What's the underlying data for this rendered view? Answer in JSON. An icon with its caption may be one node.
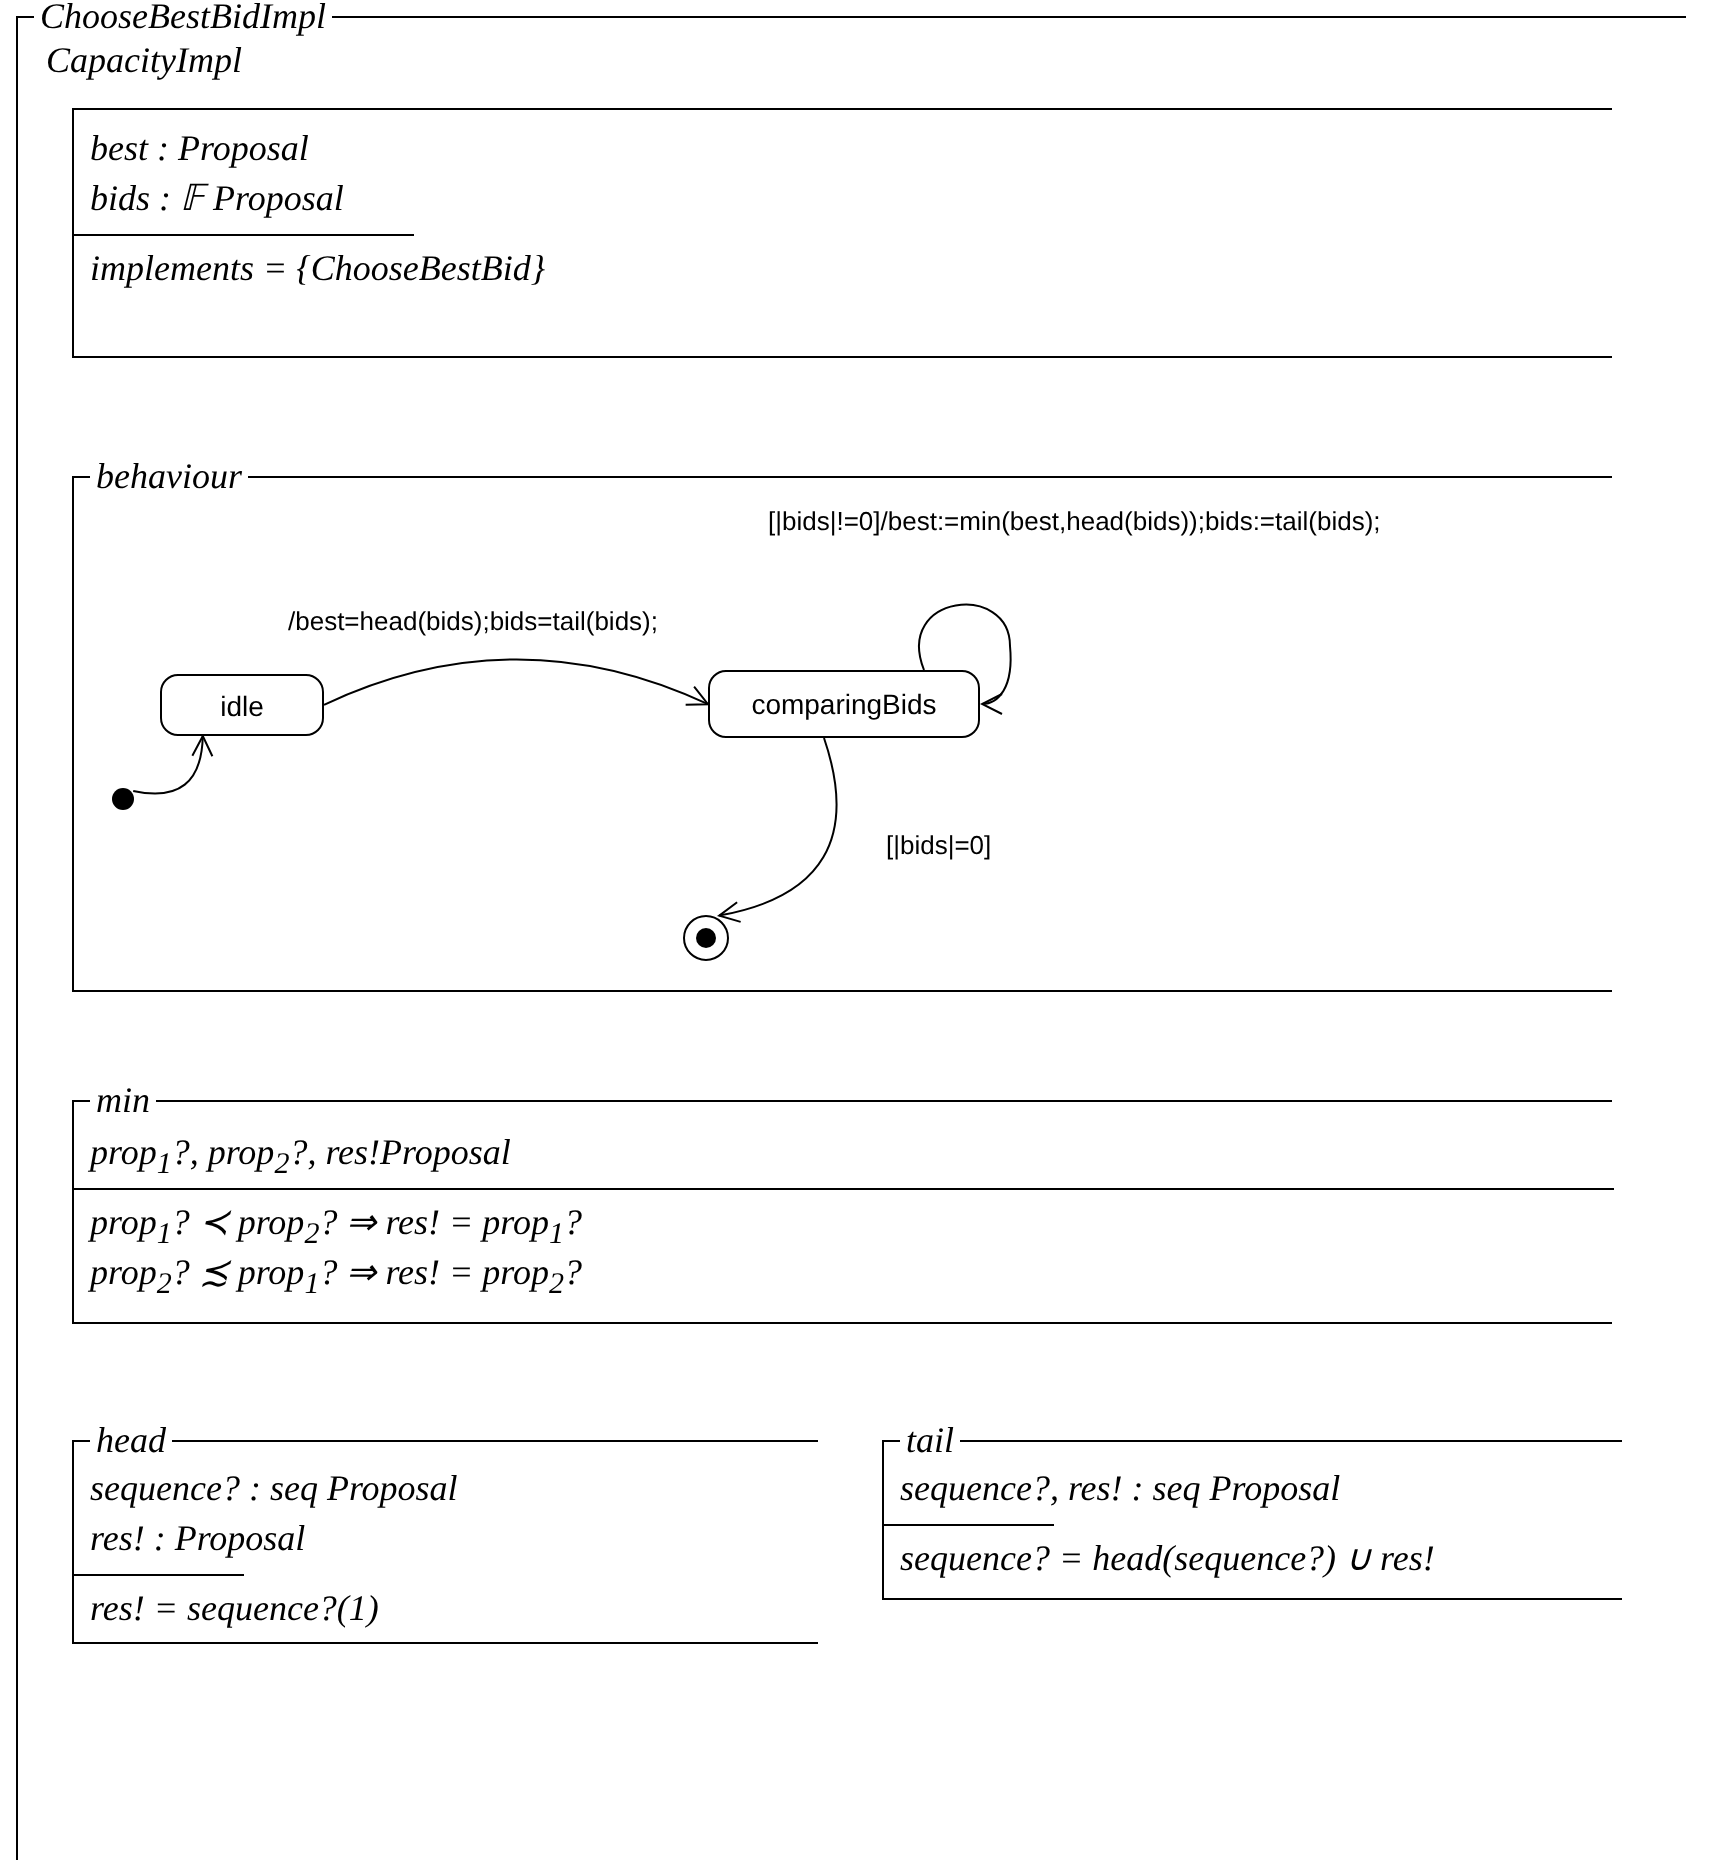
{
  "diagram": {
    "nodes": [
      {
        "text": [
          "ChooseBestBidImpl",
          "CapacityImpl"
        ]
      },
      {
        "text": [
          "best : Proposal",
          "bids : 𝔽 Proposal",
          "implements = {ChooseBestBid}"
        ],
        "in": 0
      },
      {
        "text": [
          "behaviour"
        ],
        "in": 0
      },
      {
        "text": [
          "idle"
        ],
        "in": 2
      },
      {
        "text": [
          "comparingBids"
        ],
        "in": 2
      },
      {
        "text": [],
        "shape": "circle",
        "in": 2
      },
      {
        "text": [],
        "shape": "circle",
        "in": 2
      },
      {
        "text": [
          "min",
          "prop$_{1}$?, prop$_{2}$?, res!Proposal",
          "prop$_{1}$? ≺ prop$_{2}$? ⇒ res! = prop$_{1}$?",
          "prop$_{2}$? ≾ prop$_{1}$? ⇒ res! = prop$_{2}$?"
        ],
        "in": 0
      },
      {
        "text": [
          "head",
          "sequence? : seq Proposal",
          "res! : Proposal",
          "res! = sequence?(1)"
        ],
        "in": 0
      },
      {
        "text": [
          "tail",
          "sequence?, res! : seq Proposal",
          "sequence? = head(sequence?) ∪ res!"
        ],
        "in": 0
      }
    ],
    "edges": [
      {
        "from": 5,
        "to": 3,
        "arrow": "to"
      },
      {
        "from": 3,
        "to": 4,
        "arrow": "to",
        "label": "/best=head(bids);bids=tail(bids);"
      },
      {
        "from": 4,
        "to": 4,
        "arrow": "to",
        "label": "[|bids|!=0]/best:=min(best,head(bids));bids:=tail(bids);"
      },
      {
        "from": 4,
        "to": 6,
        "arrow": "to",
        "label": "[|bids|=0]"
      }
    ]
  }
}
